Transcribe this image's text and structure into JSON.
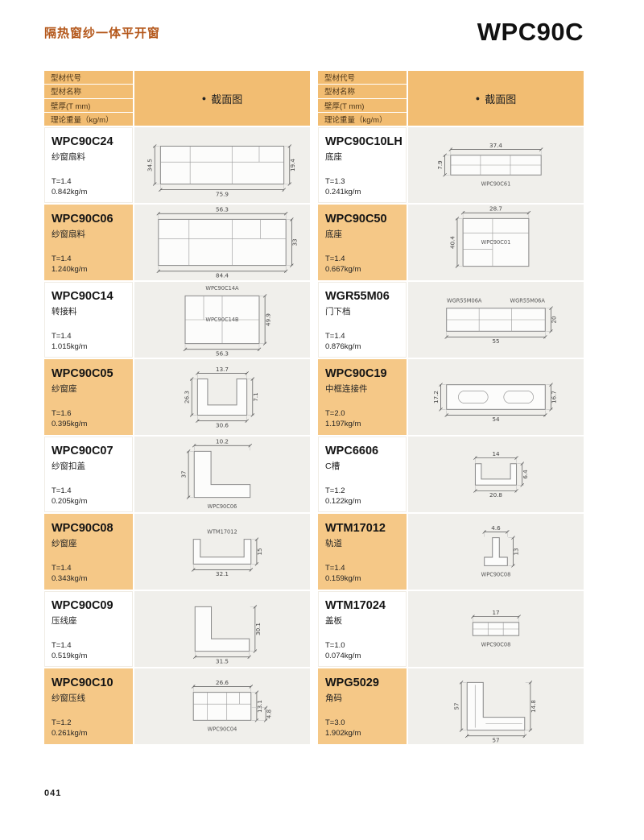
{
  "page": {
    "category_title": "隔热窗纱一体平开窗",
    "series_code": "WPC90C",
    "page_number": "041"
  },
  "colors": {
    "header_tan": "#f2bd72",
    "cell_tan": "#f5c887",
    "drawing_bg": "#f0efeb",
    "title_orange": "#b4571a"
  },
  "table_header": {
    "row_labels": [
      "型材代号",
      "型材名称",
      "壁厚(T mm)",
      "理论重量（kg/m）"
    ],
    "section_bullet": "●",
    "section_title": "截面图"
  },
  "columns": [
    {
      "profiles": [
        {
          "code": "WPC90C24",
          "name": "纱窗扇料",
          "thickness": "T=1.4",
          "weight": "0.842kg/m",
          "drawing": {
            "shape": "hrect",
            "w": 150,
            "h": 46,
            "dims": [
              {
                "t": "34.5",
                "side": "left"
              },
              {
                "t": "19.4",
                "side": "right"
              },
              {
                "t": "75.9",
                "side": "bottom"
              }
            ],
            "labels": []
          }
        },
        {
          "code": "WPC90C06",
          "name": "纱窗扇料",
          "thickness": "T=1.4",
          "weight": "1.240kg/m",
          "drawing": {
            "shape": "hrect",
            "w": 155,
            "h": 56,
            "dims": [
              {
                "t": "56.3",
                "side": "top"
              },
              {
                "t": "33",
                "side": "right"
              },
              {
                "t": "84.4",
                "side": "bottom"
              }
            ],
            "labels": []
          }
        },
        {
          "code": "WPC90C14",
          "name": "转接料",
          "thickness": "T=1.4",
          "weight": "1.015kg/m",
          "drawing": {
            "shape": "square",
            "w": 90,
            "h": 58,
            "dims": [
              {
                "t": "49.9",
                "side": "right"
              },
              {
                "t": "56.3",
                "side": "bottom"
              }
            ],
            "labels": [
              {
                "t": "WPC90C14A",
                "pos": "top"
              },
              {
                "t": "WPC90C14B",
                "pos": "inside"
              }
            ]
          }
        },
        {
          "code": "WPC90C05",
          "name": "纱窗座",
          "thickness": "T=1.6",
          "weight": "0.395kg/m",
          "drawing": {
            "shape": "channel",
            "w": 60,
            "h": 44,
            "dims": [
              {
                "t": "13.7",
                "side": "top"
              },
              {
                "t": "26.3",
                "side": "left"
              },
              {
                "t": "7.1",
                "side": "right"
              },
              {
                "t": "30.6",
                "side": "bottom"
              }
            ],
            "labels": []
          }
        },
        {
          "code": "WPC90C07",
          "name": "纱窗扣盖",
          "thickness": "T=1.4",
          "weight": "0.205kg/m",
          "drawing": {
            "shape": "L",
            "w": 68,
            "h": 56,
            "dims": [
              {
                "t": "10.2",
                "side": "top"
              },
              {
                "t": "37",
                "side": "left"
              }
            ],
            "labels": [
              {
                "t": "WPC90C06",
                "pos": "bottom"
              }
            ]
          }
        },
        {
          "code": "WPC90C08",
          "name": "纱窗座",
          "thickness": "T=1.4",
          "weight": "0.343kg/m",
          "drawing": {
            "shape": "channel",
            "w": 70,
            "h": 30,
            "dims": [
              {
                "t": "15",
                "side": "right"
              },
              {
                "t": "32.1",
                "side": "bottom"
              }
            ],
            "labels": [
              {
                "t": "WTM17012",
                "pos": "top"
              }
            ]
          }
        },
        {
          "code": "WPC90C09",
          "name": "压线座",
          "thickness": "T=1.4",
          "weight": "0.519kg/m",
          "drawing": {
            "shape": "L",
            "w": 66,
            "h": 54,
            "dims": [
              {
                "t": "30.1",
                "side": "right"
              },
              {
                "t": "31.5",
                "side": "bottom"
              }
            ],
            "labels": []
          }
        },
        {
          "code": "WPC90C10",
          "name": "纱窗压线",
          "thickness": "T=1.2",
          "weight": "0.261kg/m",
          "drawing": {
            "shape": "hrect",
            "w": 70,
            "h": 34,
            "dims": [
              {
                "t": "26.6",
                "side": "top"
              },
              {
                "t": "13.1",
                "side": "right"
              },
              {
                "t": "4.8",
                "side": "right"
              }
            ],
            "labels": [
              {
                "t": "WPC90C04",
                "pos": "bottom"
              }
            ]
          }
        }
      ]
    },
    {
      "profiles": [
        {
          "code": "WPC90C10LH",
          "name": "底座",
          "thickness": "T=1.3",
          "weight": "0.241kg/m",
          "drawing": {
            "shape": "flat",
            "w": 110,
            "h": 24,
            "dims": [
              {
                "t": "37.4",
                "side": "top"
              },
              {
                "t": "7.9",
                "side": "left"
              }
            ],
            "labels": [
              {
                "t": "WPC90C61",
                "pos": "bottom"
              }
            ]
          }
        },
        {
          "code": "WPC90C50",
          "name": "底座",
          "thickness": "T=1.4",
          "weight": "0.667kg/m",
          "drawing": {
            "shape": "vrect",
            "w": 80,
            "h": 58,
            "dims": [
              {
                "t": "28.7",
                "side": "top"
              },
              {
                "t": "40.4",
                "side": "left"
              }
            ],
            "labels": [
              {
                "t": "WPC90C01",
                "pos": "inside"
              }
            ]
          }
        },
        {
          "code": "WGR55M06",
          "name": "门下档",
          "thickness": "T=1.4",
          "weight": "0.876kg/m",
          "drawing": {
            "shape": "flat",
            "w": 120,
            "h": 28,
            "dims": [
              {
                "t": "20",
                "side": "right"
              },
              {
                "t": "55",
                "side": "bottom"
              }
            ],
            "labels": [
              {
                "t": "WGR55M06A",
                "pos": "top-left"
              },
              {
                "t": "WGR55M06A",
                "pos": "top-right"
              }
            ]
          }
        },
        {
          "code": "WPC90C19",
          "name": "中框连接件",
          "thickness": "T=2.0",
          "weight": "1.197kg/m",
          "drawing": {
            "shape": "slotbar",
            "w": 120,
            "h": 30,
            "dims": [
              {
                "t": "17.2",
                "side": "left"
              },
              {
                "t": "16.7",
                "side": "right"
              },
              {
                "t": "54",
                "side": "bottom"
              }
            ],
            "labels": []
          }
        },
        {
          "code": "WPC6606",
          "name": "C槽",
          "thickness": "T=1.2",
          "weight": "0.122kg/m",
          "drawing": {
            "shape": "channel",
            "w": 50,
            "h": 26,
            "dims": [
              {
                "t": "14",
                "side": "top"
              },
              {
                "t": "6.4",
                "side": "right"
              },
              {
                "t": "20.8",
                "side": "bottom"
              }
            ],
            "labels": []
          }
        },
        {
          "code": "WTM17012",
          "name": "轨道",
          "thickness": "T=1.4",
          "weight": "0.159kg/m",
          "drawing": {
            "shape": "rail",
            "w": 28,
            "h": 34,
            "dims": [
              {
                "t": "4.6",
                "side": "top"
              },
              {
                "t": "13",
                "side": "right"
              }
            ],
            "labels": [
              {
                "t": "WPC90C08",
                "pos": "bottom"
              }
            ]
          }
        },
        {
          "code": "WTM17024",
          "name": "盖板",
          "thickness": "T=1.0",
          "weight": "0.074kg/m",
          "drawing": {
            "shape": "flat",
            "w": 56,
            "h": 16,
            "dims": [
              {
                "t": "17",
                "side": "top"
              }
            ],
            "labels": [
              {
                "t": "WPC90C08",
                "pos": "bottom"
              }
            ]
          }
        },
        {
          "code": "WPG5029",
          "name": "角码",
          "thickness": "T=3.0",
          "weight": "1.902kg/m",
          "drawing": {
            "shape": "angle",
            "w": 70,
            "h": 58,
            "dims": [
              {
                "t": "57",
                "side": "left"
              },
              {
                "t": "14.8",
                "side": "right"
              },
              {
                "t": "57",
                "side": "bottom"
              }
            ],
            "labels": []
          }
        }
      ]
    }
  ]
}
